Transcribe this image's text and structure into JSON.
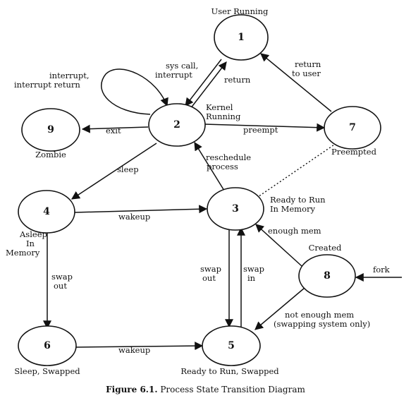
{
  "title": "Process State Transition Diagram",
  "figure_label": "Figure 6.1.",
  "states": [
    {
      "id": "1",
      "label": "User Running"
    },
    {
      "id": "2",
      "label": "Kernel Running"
    },
    {
      "id": "3",
      "label": "Ready to Run In Memory"
    },
    {
      "id": "4",
      "label": "Asleep In Memory"
    },
    {
      "id": "5",
      "label": "Ready to Run, Swapped"
    },
    {
      "id": "6",
      "label": "Sleep, Swapped"
    },
    {
      "id": "7",
      "label": "Preempted"
    },
    {
      "id": "8",
      "label": "Created"
    },
    {
      "id": "9",
      "label": "Zombie"
    }
  ],
  "transitions": [
    {
      "from": "1",
      "to": "2",
      "label": "sys call, interrupt"
    },
    {
      "from": "2",
      "to": "1",
      "label": "return"
    },
    {
      "from": "2",
      "to": "2",
      "label": "interrupt, interrupt return"
    },
    {
      "from": "2",
      "to": "9",
      "label": "exit"
    },
    {
      "from": "2",
      "to": "7",
      "label": "preempt"
    },
    {
      "from": "7",
      "to": "1",
      "label": "return to user"
    },
    {
      "from": "2",
      "to": "4",
      "label": "sleep"
    },
    {
      "from": "3",
      "to": "2",
      "label": "reschedule process"
    },
    {
      "from": "4",
      "to": "3",
      "label": "wakeup"
    },
    {
      "from": "4",
      "to": "6",
      "label": "swap out"
    },
    {
      "from": "6",
      "to": "5",
      "label": "wakeup"
    },
    {
      "from": "3",
      "to": "5",
      "label": "swap out"
    },
    {
      "from": "5",
      "to": "3",
      "label": "swap in"
    },
    {
      "from": "8",
      "to": "3",
      "label": "enough mem"
    },
    {
      "from": "8",
      "to": "5",
      "label": "not enough mem (swapping system only)"
    },
    {
      "from": "",
      "to": "8",
      "label": "fork"
    }
  ],
  "text": {
    "s1": "User Running",
    "s2a": "Kernel",
    "s2b": "Running",
    "s3a": "Ready to Run",
    "s3b": "In Memory",
    "s4a": "Asleep",
    "s4b": "In",
    "s4c": "Memory",
    "s5": "Ready to Run, Swapped",
    "s6": "Sleep, Swapped",
    "s7": "Preempted",
    "s8": "Created",
    "s9": "Zombie",
    "syscall_a": "sys call,",
    "syscall_b": "interrupt",
    "return": "return",
    "intr_a": "interrupt,",
    "intr_b": "interrupt return",
    "exit": "exit",
    "preempt": "preempt",
    "rtu_a": "return",
    "rtu_b": "to user",
    "sleep": "sleep",
    "resched_a": "reschedule",
    "resched_b": "process",
    "wakeup_mem": "wakeup",
    "swapout_a": "swap",
    "swapout_b": "out",
    "swapout2_a": "swap",
    "swapout2_b": "out",
    "swapin_a": "swap",
    "swapin_b": "in",
    "enough_mem": "enough mem",
    "wakeup_swapped": "wakeup",
    "notenough_a": "not enough mem",
    "notenough_b": "(swapping system only)",
    "fork": "fork"
  }
}
